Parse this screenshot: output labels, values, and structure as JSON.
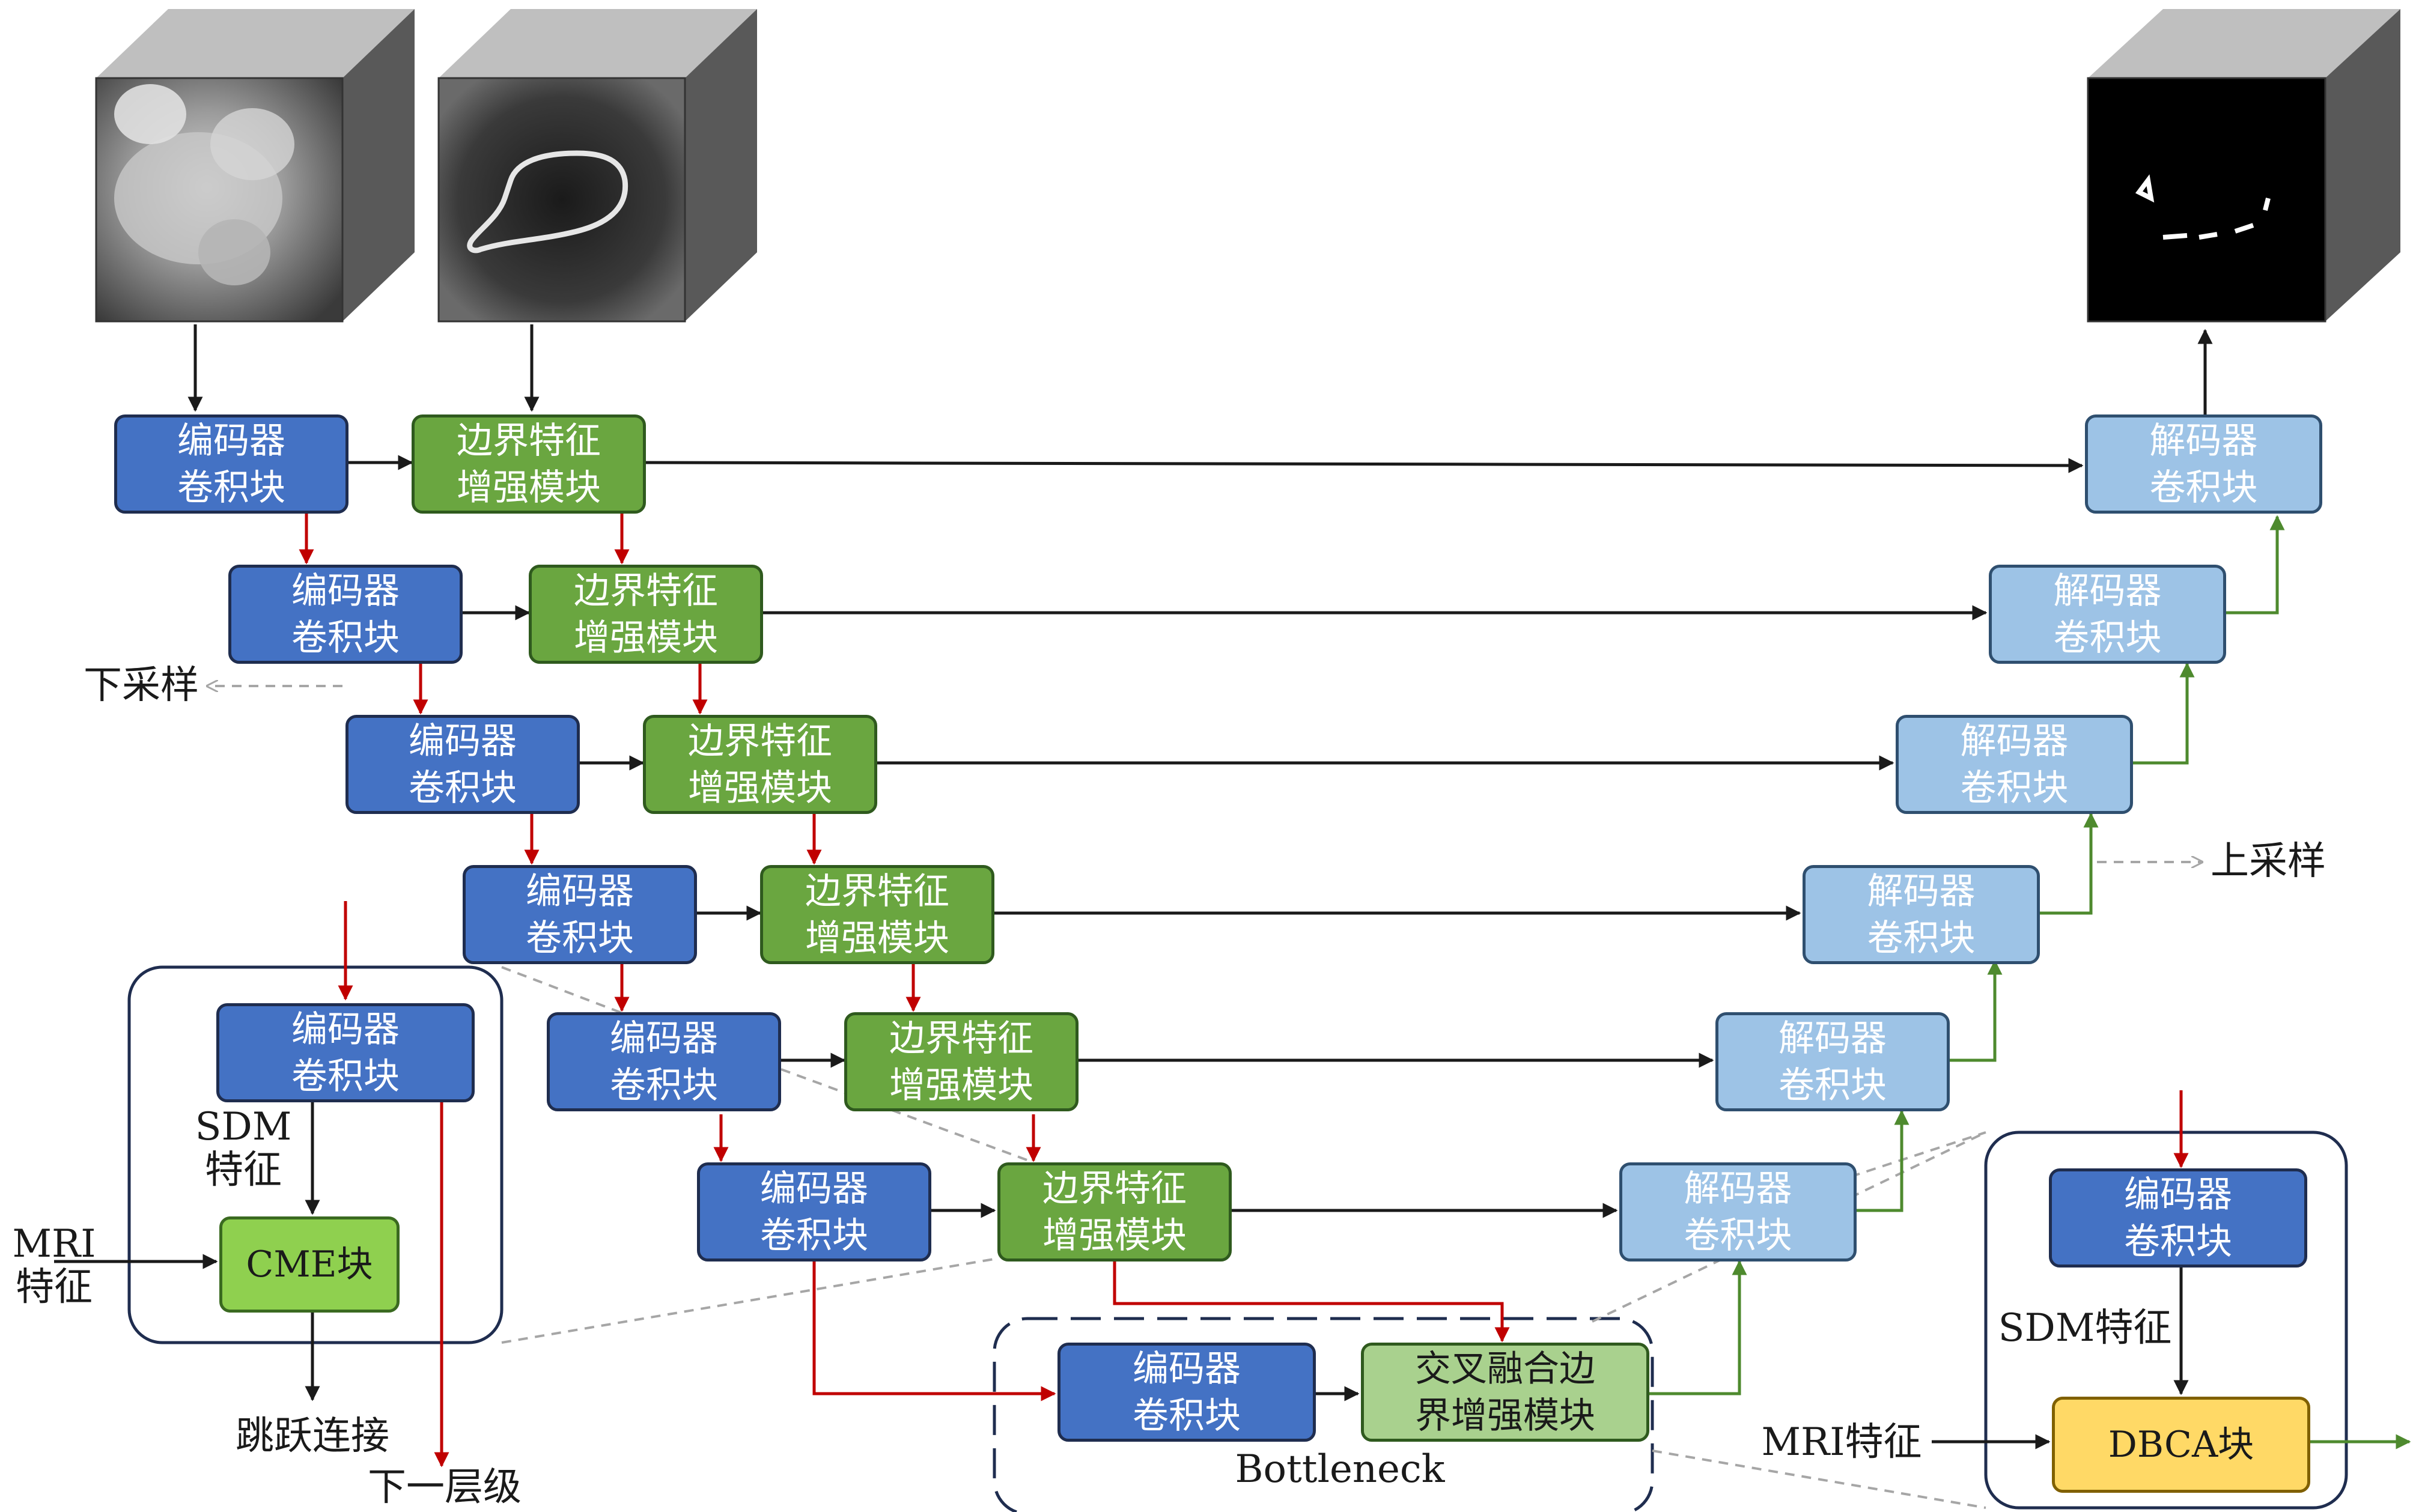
{
  "blocks": {
    "enc": "编码器\n卷积块",
    "bdy": "边界特征\n增强模块",
    "dec": "解码器\n卷积块",
    "cme": "CME块",
    "fusion": "交叉融合边\n界增强模块",
    "dbca": "DBCA块"
  },
  "labels": {
    "downsample": "下采样",
    "upsample": "上采样",
    "bottleneck": "Bottleneck",
    "sdm_feature": "SDM\n特征",
    "sdm_feature_right": "SDM特征",
    "mri_feature": "MRI\n特征",
    "mri_feature_right": "MRI特征",
    "skip_connection": "跳跃连接",
    "next_level": "下一层级"
  },
  "colors": {
    "encoder": "#4472c4",
    "boundary": "#6aa640",
    "decoder": "#9dc3e6",
    "cme": "#8fd04f",
    "fusion": "#a9d18e",
    "dbca": "#ffd966",
    "arrow_black": "#1a1a1a",
    "arrow_red": "#c00000",
    "arrow_green": "#4e8a2e",
    "dashed_grey": "#a6a6a6"
  }
}
